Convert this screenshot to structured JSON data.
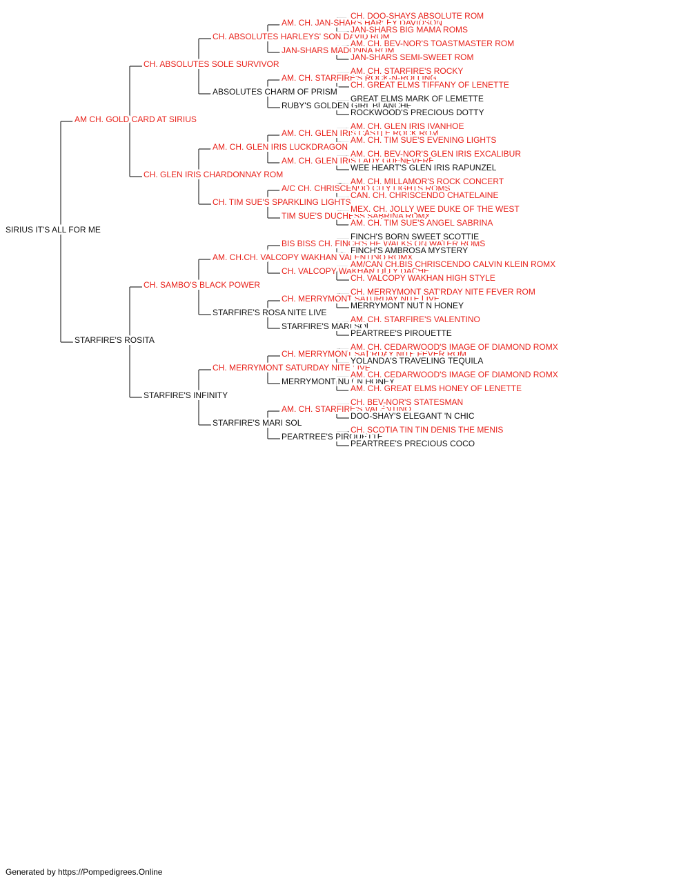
{
  "colors": {
    "champion": "#e8211a",
    "regular": "#111111",
    "line": "#333333"
  },
  "root": {
    "name": "SIRIUS IT'S ALL FOR ME",
    "champion": false
  },
  "generations": [
    [
      {
        "name": "AM CH. GOLD CARD AT SIRIUS",
        "champion": true
      },
      {
        "name": "STARFIRE'S ROSITA",
        "champion": false
      }
    ],
    [
      {
        "name": "CH. ABSOLUTES SOLE SURVIVOR",
        "champion": true
      },
      {
        "name": "CH. GLEN IRIS CHARDONNAY ROM",
        "champion": true
      },
      {
        "name": "CH. SAMBO'S BLACK POWER",
        "champion": true
      },
      {
        "name": "STARFIRE'S INFINITY",
        "champion": false
      }
    ],
    [
      {
        "name": "CH. ABSOLUTES HARLEYS' SON DAVID ROM",
        "champion": true
      },
      {
        "name": "ABSOLUTES CHARM OF PRISM",
        "champion": false
      },
      {
        "name": "AM. CH. GLEN IRIS LUCKDRAGON",
        "champion": true
      },
      {
        "name": "CH. TIM SUE'S SPARKLING LIGHTS",
        "champion": true
      },
      {
        "name": "AM. CH.CH. VALCOPY WAKHAN VALENTINO ROMX",
        "champion": true
      },
      {
        "name": "STARFIRE'S ROSA NITE LIVE",
        "champion": false
      },
      {
        "name": "CH. MERRYMONT SATURDAY NITE LIVE",
        "champion": true
      },
      {
        "name": "STARFIRE'S MARI SOL",
        "champion": false
      }
    ],
    [
      {
        "name": "AM. CH. JAN-SHARS HARLEY DAVIDSON",
        "champion": true
      },
      {
        "name": "JAN-SHARS MADONNA ROM",
        "champion": true
      },
      {
        "name": "AM. CH. STARFIRE'S ROCK-N-ROLLING",
        "champion": true
      },
      {
        "name": "RUBY'S GOLDEN GIRL BLANCHE",
        "champion": false
      },
      {
        "name": "AM. CH. GLEN IRIS CASTLE ROCK ROM",
        "champion": true
      },
      {
        "name": "AM. CH. GLEN IRIS LADY GUENEVERE",
        "champion": true
      },
      {
        "name": "A/C CH. CHRISCENDO CITY LIGHTS ROMS",
        "champion": true
      },
      {
        "name": "TIM SUE'S DUCHESS SABRINA ROMX",
        "champion": true
      },
      {
        "name": "BIS BISS CH. FINCH'S HE WALKS ON WATER ROMS",
        "champion": true
      },
      {
        "name": "CH. VALCOPY WAKHAN LILLY DACHE",
        "champion": true
      },
      {
        "name": "CH. MERRYMONT SATURDAY NITE LIVE",
        "champion": true
      },
      {
        "name": "STARFIRE'S MARI SOL",
        "champion": false
      },
      {
        "name": "CH. MERRYMONT SAT'RDAY NITE FEVER ROM",
        "champion": true
      },
      {
        "name": "MERRYMONT NUT N HONEY",
        "champion": false
      },
      {
        "name": "AM. CH. STARFIRE'S VALENTINO",
        "champion": true
      },
      {
        "name": "PEARTREE'S PIROUETTE",
        "champion": false
      }
    ],
    [
      {
        "name": "CH. DOO-SHAYS ABSOLUTE ROM",
        "champion": true
      },
      {
        "name": "JAN-SHARS BIG MAMA ROMS",
        "champion": true
      },
      {
        "name": "AM. CH. BEV-NOR'S TOASTMASTER ROM",
        "champion": true
      },
      {
        "name": "JAN-SHARS SEMI-SWEET ROM",
        "champion": true
      },
      {
        "name": "AM. CH. STARFIRE'S ROCKY",
        "champion": true
      },
      {
        "name": "CH. GREAT ELMS TIFFANY OF LENETTE",
        "champion": true
      },
      {
        "name": "GREAT ELMS MARK OF LEMETTE",
        "champion": false
      },
      {
        "name": "ROCKWOOD'S PRECIOUS DOTTY",
        "champion": false
      },
      {
        "name": "AM. CH. GLEN IRIS IVANHOE",
        "champion": true
      },
      {
        "name": "AM. CH. TIM SUE'S EVENING LIGHTS",
        "champion": true
      },
      {
        "name": "AM. CH. BEV-NOR'S GLEN IRIS EXCALIBUR",
        "champion": true
      },
      {
        "name": "WEE HEART'S GLEN IRIS RAPUNZEL",
        "champion": false
      },
      {
        "name": "AM. CH. MILLAMOR'S ROCK CONCERT",
        "champion": true
      },
      {
        "name": "CAN. CH. CHRISCENDO CHATELAINE",
        "champion": true
      },
      {
        "name": "MEX. CH. JOLLY WEE DUKE OF THE WEST",
        "champion": true
      },
      {
        "name": "AM. CH. TIM SUE'S ANGEL SABRINA",
        "champion": true
      },
      {
        "name": "FINCH'S BORN SWEET SCOTTIE",
        "champion": false
      },
      {
        "name": "FINCH'S AMBROSA MYSTERY",
        "champion": false
      },
      {
        "name": "AM/CAN CH.BIS CHRISCENDO CALVIN KLEIN ROMX",
        "champion": true
      },
      {
        "name": "CH. VALCOPY WAKHAN HIGH STYLE",
        "champion": true
      },
      {
        "name": "CH. MERRYMONT SAT'RDAY NITE FEVER ROM",
        "champion": true
      },
      {
        "name": "MERRYMONT NUT N HONEY",
        "champion": false
      },
      {
        "name": "AM. CH. STARFIRE'S VALENTINO",
        "champion": true
      },
      {
        "name": "PEARTREE'S PIROUETTE",
        "champion": false
      },
      {
        "name": "AM. CH. CEDARWOOD'S IMAGE OF DIAMOND ROMX",
        "champion": true
      },
      {
        "name": "YOLANDA'S TRAVELING TEQUILA",
        "champion": false
      },
      {
        "name": "AM. CH. CEDARWOOD'S IMAGE OF DIAMOND ROMX",
        "champion": true
      },
      {
        "name": "AM. CH. GREAT ELMS HONEY OF LENETTE",
        "champion": true
      },
      {
        "name": "CH. BEV-NOR'S STATESMAN",
        "champion": true
      },
      {
        "name": "DOO-SHAY'S ELEGANT 'N CHIC",
        "champion": false
      },
      {
        "name": "CH. SCOTIA TIN TIN DENIS THE MENIS",
        "champion": true
      },
      {
        "name": "PEARTREE'S PRECIOUS COCO",
        "champion": false
      }
    ]
  ],
  "footer": "Generated by https://Pompedigrees.Online"
}
